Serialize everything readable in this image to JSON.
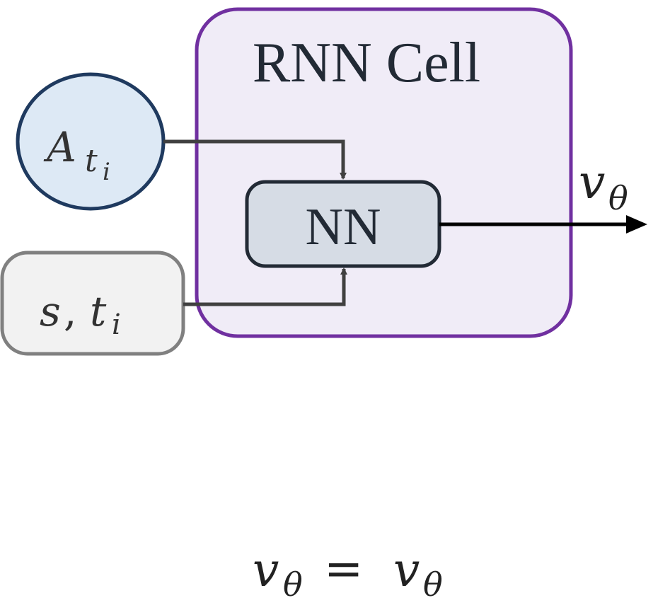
{
  "cell": {
    "title": "RNN Cell",
    "fill": "#f0ecf7",
    "stroke": "#7030a0"
  },
  "nn_block": {
    "label": "NN",
    "fill": "#d6dce5",
    "stroke": "#222a35"
  },
  "input_a": {
    "base": "A",
    "sub": "t",
    "subsub": "i",
    "fill": "#dde9f5",
    "stroke": "#1f3a5f"
  },
  "input_st": {
    "s": "s",
    "comma": ",",
    "t": "t",
    "sub": "i",
    "fill": "#f2f2f2",
    "stroke": "#808080"
  },
  "output": {
    "base": "v",
    "sub": "θ"
  },
  "equation": {
    "lhs_base": "v",
    "lhs_sub": "θ",
    "op": "=",
    "rhs_base": "v",
    "rhs_sub": "θ"
  },
  "colors": {
    "connector": "#404040",
    "output_arrow": "#000000",
    "text": "#222a35"
  }
}
